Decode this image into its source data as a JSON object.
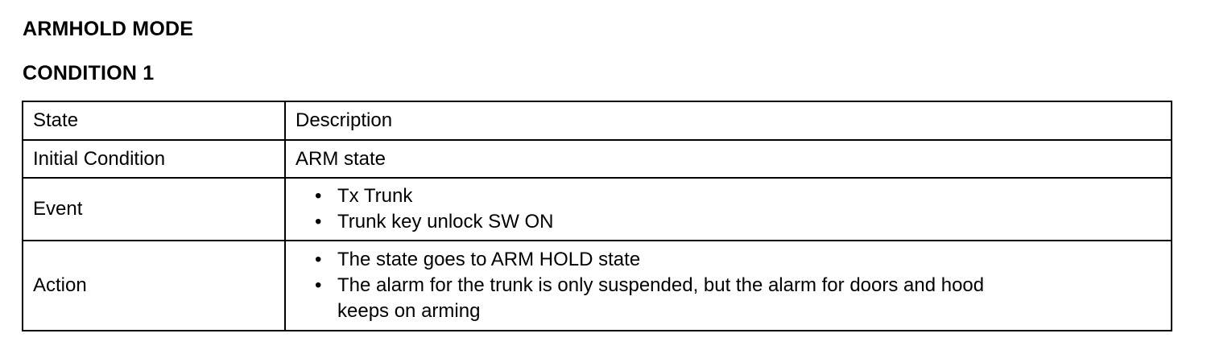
{
  "document": {
    "title": "ARMHOLD MODE",
    "subtitle": "CONDITION 1"
  },
  "table": {
    "headers": [
      "State",
      "Description"
    ],
    "rows": [
      {
        "state": "Initial Condition",
        "description": "ARM state"
      },
      {
        "state": "Event",
        "bullets": [
          "Tx Trunk",
          "Trunk key unlock SW ON"
        ]
      },
      {
        "state": "Action",
        "bullets": [
          "The state goes to ARM HOLD state",
          "The alarm for the trunk is only suspended, but the alarm for doors and hood keeps on arming"
        ]
      }
    ]
  }
}
